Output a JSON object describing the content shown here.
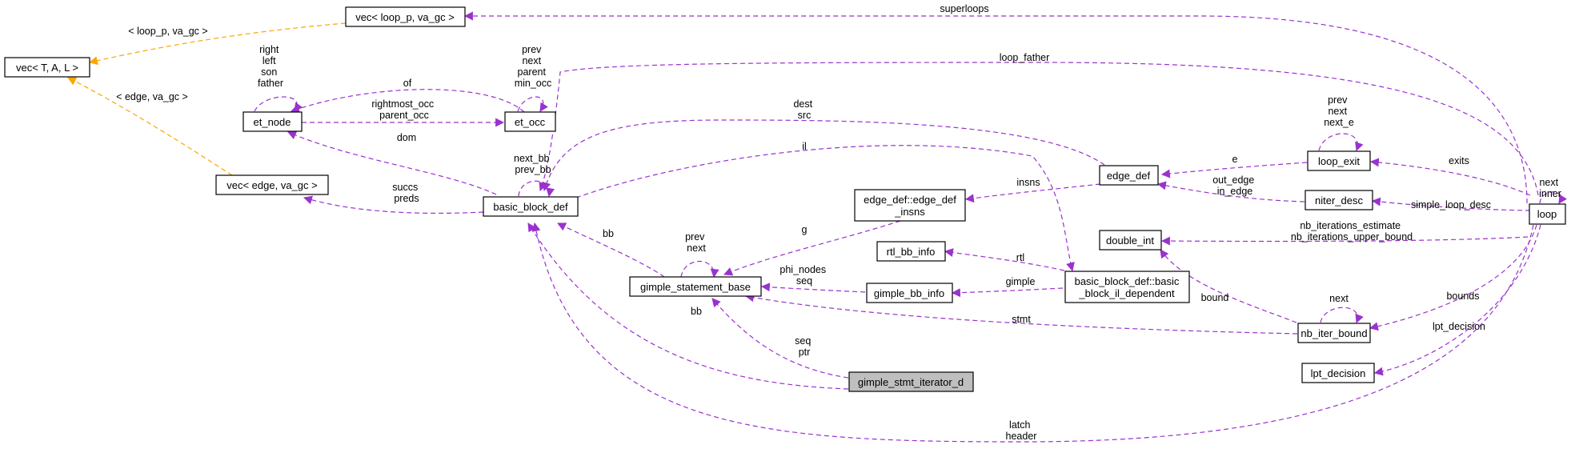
{
  "colors": {
    "usage_edge": "#9a32cd",
    "template_edge": "#ffa500",
    "highlight_node": "#bfbfbf"
  },
  "nodes": {
    "vec_tal": "vec< T, A, L >",
    "vec_loop": "vec< loop_p, va_gc >",
    "vec_edge": "vec< edge, va_gc >",
    "et_node": "et_node",
    "et_occ": "et_occ",
    "bb_def": "basic_block_def",
    "gimple_base": "gimple_statement_base",
    "gsi": "gimple_stmt_iterator_d",
    "edge_def": "edge_def",
    "edge_insns_1": "edge_def::edge_def",
    "edge_insns_2": "_insns",
    "rtl_bb_info": "rtl_bb_info",
    "gimple_bb_info": "gimple_bb_info",
    "bb_il_1": "basic_block_def::basic",
    "bb_il_2": "_block_il_dependent",
    "loop_exit": "loop_exit",
    "niter_desc": "niter_desc",
    "double_int": "double_int",
    "nb_iter_bound": "nb_iter_bound",
    "lpt_decision": "lpt_decision",
    "loop": "loop"
  },
  "edge_labels": {
    "vec_loop_tpl": "< loop_p, va_gc >",
    "vec_edge_tpl": "< edge, va_gc >",
    "superloops": "superloops",
    "loop_father": "loop_father",
    "et_self": [
      "right",
      "left",
      "son",
      "father"
    ],
    "of": "of",
    "occ_self": [
      "prev",
      "next",
      "parent",
      "min_occ"
    ],
    "rightmost_occ": [
      "rightmost_occ",
      "parent_occ"
    ],
    "dom": "dom",
    "dest_src": [
      "dest",
      "src"
    ],
    "bb_self": [
      "next_bb",
      "prev_bb"
    ],
    "il": "il",
    "succs_preds": [
      "succs",
      "preds"
    ],
    "bb_from_gimple": "bb",
    "gimple_self": [
      "prev",
      "next"
    ],
    "g": "g",
    "insns": "insns",
    "e": "e",
    "exit_self": [
      "prev",
      "next",
      "next_e"
    ],
    "exits": "exits",
    "out_in_edge": [
      "out_edge",
      "in_edge"
    ],
    "simple_loop_desc": "simple_loop_desc",
    "loop_self": [
      "next",
      "inner"
    ],
    "nb_iterations": [
      "nb_iterations_estimate",
      "nb_iterations_upper_bound"
    ],
    "rtl": "rtl",
    "gimple": "gimple",
    "phi_seq": [
      "phi_nodes",
      "seq"
    ],
    "bound": "bound",
    "bounds": "bounds",
    "nb_self": "next",
    "stmt": "stmt",
    "lpt": "lpt_decision",
    "bb_from_gsi": "bb",
    "seq_ptr": [
      "seq",
      "ptr"
    ],
    "latch_header": [
      "latch",
      "header"
    ]
  }
}
